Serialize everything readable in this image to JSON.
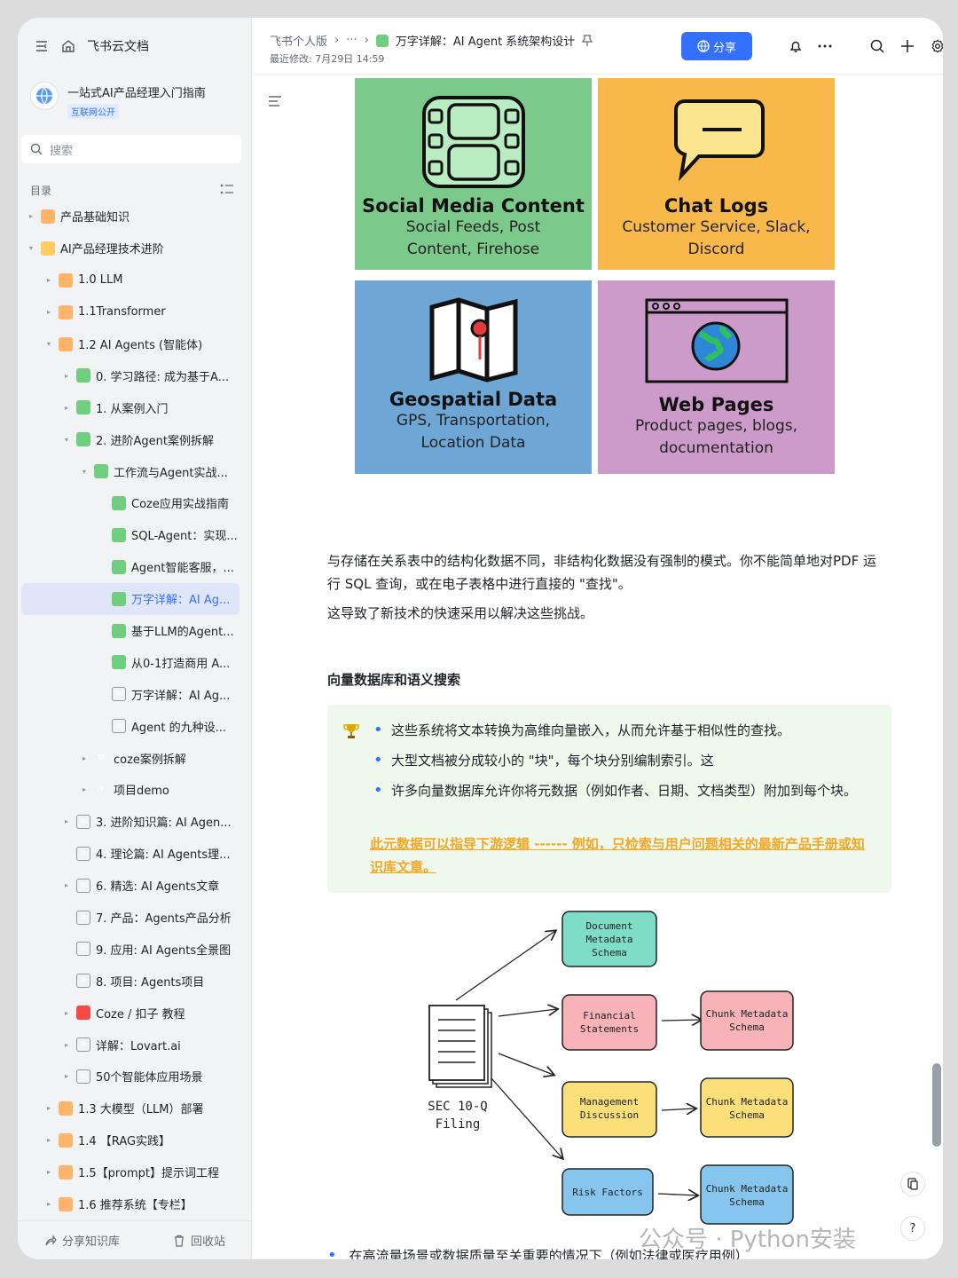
{
  "sidebar": {
    "app_name": "飞书云文档",
    "kb_title": "一站式AI产品经理入门指南",
    "kb_badge": "互联网公开",
    "search_placeholder": "搜索",
    "toc_label": "目录",
    "tree": [
      {
        "label": "产品基础知识",
        "depth": 0,
        "arrow": "▸",
        "icon": "orange"
      },
      {
        "label": "AI产品经理技术进阶",
        "depth": 0,
        "arrow": "▾",
        "icon": "warm"
      },
      {
        "label": "1.0 LLM",
        "depth": 1,
        "arrow": "▸",
        "icon": "orange"
      },
      {
        "label": "1.1Transformer",
        "depth": 1,
        "arrow": "▸",
        "icon": "orange"
      },
      {
        "label": "1.2 AI Agents (智能体)",
        "depth": 1,
        "arrow": "▾",
        "icon": "orange"
      },
      {
        "label": "0. 学习路径: 成为基于A...",
        "depth": 2,
        "arrow": "▸",
        "icon": "green"
      },
      {
        "label": "1. 从案例入门",
        "depth": 2,
        "arrow": "▸",
        "icon": "green"
      },
      {
        "label": "2. 进阶Agent案例拆解",
        "depth": 2,
        "arrow": "▾",
        "icon": "green"
      },
      {
        "label": "工作流与Agent实战...",
        "depth": 3,
        "arrow": "▾",
        "icon": "green"
      },
      {
        "label": "Coze应用实战指南",
        "depth": 4,
        "arrow": "",
        "icon": "green"
      },
      {
        "label": "SQL-Agent：实现...",
        "depth": 4,
        "arrow": "",
        "icon": "green"
      },
      {
        "label": "Agent智能客服，...",
        "depth": 4,
        "arrow": "",
        "icon": "green"
      },
      {
        "label": "万字详解：AI Ag...",
        "depth": 4,
        "arrow": "",
        "icon": "green",
        "active": true
      },
      {
        "label": "基于LLM的Agent...",
        "depth": 4,
        "arrow": "",
        "icon": "green"
      },
      {
        "label": "从0-1打造商用 A...",
        "depth": 4,
        "arrow": "",
        "icon": "green"
      },
      {
        "label": "万字详解：AI Ag...",
        "depth": 4,
        "arrow": "",
        "icon": "doc"
      },
      {
        "label": "Agent 的九种设...",
        "depth": 4,
        "arrow": "",
        "icon": "doc"
      },
      {
        "label": "coze案例拆解",
        "depth": 3,
        "arrow": "▸",
        "icon": "gear"
      },
      {
        "label": "项目demo",
        "depth": 3,
        "arrow": "▸",
        "icon": "blue"
      },
      {
        "label": "3. 进阶知识篇: AI Agen...",
        "depth": 2,
        "arrow": "▸",
        "icon": "doc"
      },
      {
        "label": "4. 理论篇: AI Agents理...",
        "depth": 2,
        "arrow": "",
        "icon": "doc"
      },
      {
        "label": "6. 精选: AI Agents文章",
        "depth": 2,
        "arrow": "▸",
        "icon": "doc"
      },
      {
        "label": "7. 产品：Agents产品分析",
        "depth": 2,
        "arrow": "",
        "icon": "doc"
      },
      {
        "label": "9. 应用: AI Agents全景图",
        "depth": 2,
        "arrow": "",
        "icon": "doc"
      },
      {
        "label": "8. 项目: Agents项目",
        "depth": 2,
        "arrow": "",
        "icon": "doc"
      },
      {
        "label": "Coze / 扣子 教程",
        "depth": 2,
        "arrow": "▸",
        "icon": "red"
      },
      {
        "label": "详解：Lovart.ai",
        "depth": 2,
        "arrow": "▸",
        "icon": "doc"
      },
      {
        "label": "50个智能体应用场景",
        "depth": 2,
        "arrow": "▸",
        "icon": "doc"
      },
      {
        "label": "1.3 大模型（LLM）部署",
        "depth": 1,
        "arrow": "▸",
        "icon": "orange"
      },
      {
        "label": "1.4 【RAG实践】",
        "depth": 1,
        "arrow": "▸",
        "icon": "orange"
      },
      {
        "label": "1.5【prompt】提示词工程",
        "depth": 1,
        "arrow": "▸",
        "icon": "orange"
      },
      {
        "label": "1.6 推荐系统【专栏】",
        "depth": 1,
        "arrow": "▸",
        "icon": "orange"
      }
    ],
    "footer": {
      "share": "分享知识库",
      "trash": "回收站"
    }
  },
  "header": {
    "crumb_root": "飞书个人版",
    "crumb_more": "···",
    "crumb_title": "万字详解：AI Agent 系统架构设计",
    "modified": "最近修改: 7月29日 14:59",
    "share_label": "分享"
  },
  "tiles": [
    {
      "title": "Social Media Content",
      "sub1": "Social Feeds, Post",
      "sub2": "Content, Firehose",
      "color": "#7cc98c"
    },
    {
      "title": "Chat Logs",
      "sub1": "Customer Service, Slack,",
      "sub2": "Discord",
      "color": "#f9b94a"
    },
    {
      "title": "Geospatial Data",
      "sub1": "GPS, Transportation,",
      "sub2": "Location Data",
      "color": "#6ea6d6"
    },
    {
      "title": "Web Pages",
      "sub1": "Product pages, blogs,",
      "sub2": "documentation",
      "color": "#cd9bc9"
    }
  ],
  "body": {
    "p1": "与存储在关系表中的结构化数据不同，非结构化数据没有强制的模式。你不能简单地对PDF 运行 SQL 查询，或在电子表格中进行直接的 \"查找\"。",
    "p2": "这导致了新技术的快速采用以解决这些挑战。",
    "heading": "向量数据库和语义搜索",
    "bullets": [
      "这些系统将文本转换为高维向量嵌入，从而允许基于相似性的查找。",
      "大型文档被分成较小的 \"块\"，每个块分别编制索引。这",
      "许多向量数据库允许你将元数据（例如作者、日期、文档类型）附加到每个块。"
    ],
    "highlight": "此元数据可以指导下游逻辑 ------ 例如，只检索与用户问题相关的最新产品手册或知识库文章。",
    "last_bullet": "在高流量场景或数据质量至关重要的情况下（例如法律或医疗用例）"
  },
  "diagram": {
    "source_line1": "SEC 10-Q",
    "source_line2": "Filing",
    "doc_meta": [
      "Document",
      "Metadata",
      "Schema"
    ],
    "financial": [
      "Financial",
      "Statements"
    ],
    "management": [
      "Management",
      "Discussion"
    ],
    "risk": [
      "Risk Factors"
    ],
    "chunk": [
      "Chunk Metadata",
      "Schema"
    ],
    "colors": {
      "teal": "#7fdcc6",
      "pink": "#f7b3b8",
      "yellow": "#fbe07a",
      "blue": "#86c6ee"
    }
  },
  "watermark": "公众号 · Python安装"
}
